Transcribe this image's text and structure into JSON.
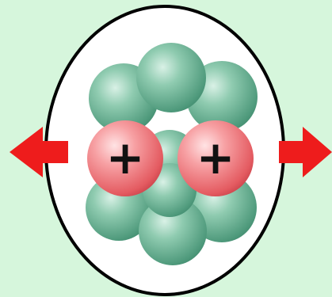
{
  "background_color": "#d6f6dc",
  "nucleus": {
    "boundary_color": "#000000",
    "boundary_fill": "#ffffff",
    "neutron_color": "#6cae93",
    "neutron_count": 8,
    "proton_color": "#ef6f74",
    "proton_count": 2,
    "proton_charge_symbol": "+"
  },
  "arrows": {
    "color": "#ee1c1c",
    "left": {
      "icon": "arrow-left-icon",
      "direction": "left"
    },
    "right": {
      "icon": "arrow-right-icon",
      "direction": "right"
    }
  }
}
